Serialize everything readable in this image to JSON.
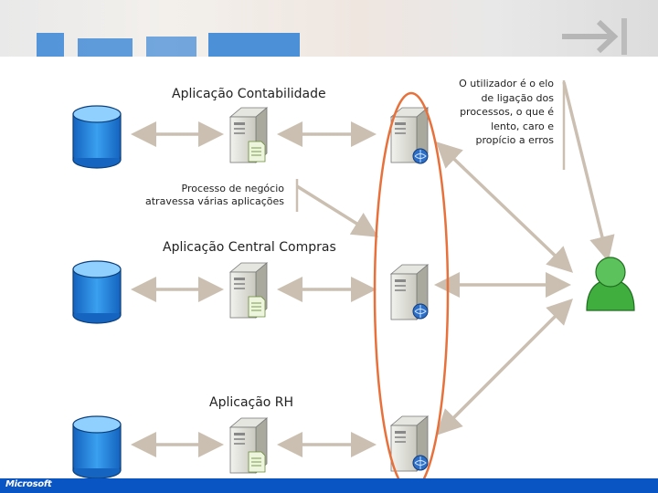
{
  "labels": {
    "app_contabilidade": "Aplicação Contabilidade",
    "process_line1": "Processo de negócio",
    "process_line2": "atravessa várias aplicações",
    "app_central": "Aplicação Central Compras",
    "app_rh": "Aplicação RH",
    "note_line1": "O utilizador é o elo",
    "note_line2": "de ligação dos",
    "note_line3": "processos, o que é",
    "note_line4": "lento, caro e",
    "note_line5": "propício a erros"
  },
  "footer": {
    "logo": "Microsoft"
  },
  "colors": {
    "arrow": "#cbbfb1",
    "highlight_ellipse": "#e8703a",
    "database": "#1e7fd6",
    "user": "#3fae3f",
    "footer": "#0a55c4"
  },
  "icons": [
    "database-icon",
    "application-server-icon",
    "integration-server-icon",
    "user-icon"
  ]
}
